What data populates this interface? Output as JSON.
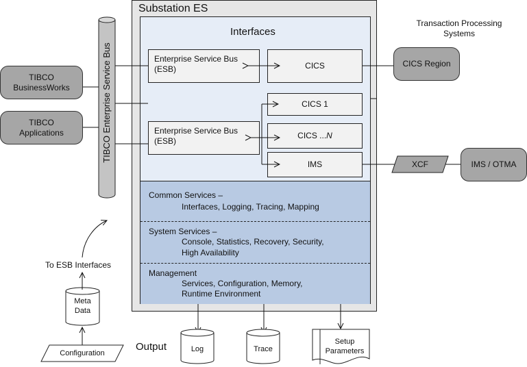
{
  "outer_box": {
    "title": "Substation ES"
  },
  "interfaces": {
    "title": "Interfaces",
    "esb_top": {
      "line1": "Enterprise Service Bus",
      "line2": "(ESB)"
    },
    "esb_bottom": {
      "line1": "Enterprise Service Bus",
      "line2": "(ESB)"
    },
    "cics": "CICS",
    "cics_1": "CICS 1",
    "cics_n_prefix": "CICS ...",
    "cics_n_suffix": "N",
    "ims": "IMS"
  },
  "services": {
    "common": {
      "title": "Common Services –",
      "detail": "Interfaces, Logging, Tracing, Mapping"
    },
    "system": {
      "title": "System Services –",
      "detail_line1": "Console, Statistics, Recovery, Security,",
      "detail_line2": "High Availability"
    },
    "management": {
      "title": "Management",
      "detail_line1": "Services, Configuration, Memory,",
      "detail_line2": "Runtime Environment"
    }
  },
  "bus": {
    "label": "TIBCO Enterprise Service Bus"
  },
  "left_systems": {
    "businessworks": {
      "line1": "TIBCO",
      "line2": "BusinessWorks"
    },
    "applications": {
      "line1": "TIBCO",
      "line2": "Applications"
    }
  },
  "right_systems": {
    "heading_line1": "Transaction Processing",
    "heading_line2": "Systems",
    "cics_region": "CICS Region",
    "xcf": "XCF",
    "ims_otma": "IMS / OTMA"
  },
  "config_flow": {
    "to_esb_label": "To ESB Interfaces",
    "metadata_line1": "Meta",
    "metadata_line2": "Data",
    "configuration": "Configuration"
  },
  "output": {
    "label": "Output",
    "log": "Log",
    "trace": "Trace",
    "setup_line1": "Setup",
    "setup_line2": "Parameters"
  },
  "colors": {
    "outer_fill": "#e6e6e6",
    "interfaces_fill": "#e6edf7",
    "services_fill": "#b8cae3",
    "external_fill": "#a6a6a6",
    "box_fill": "#f2f2f2"
  }
}
